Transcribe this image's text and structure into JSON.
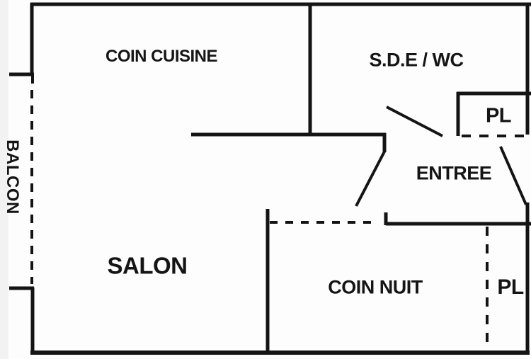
{
  "plan": {
    "title": "studio-floor-plan",
    "background": "#fdfdfd",
    "wall_color": "#141414",
    "rooms": [
      {
        "id": "balcon",
        "label": "BALCON"
      },
      {
        "id": "coin-cuisine",
        "label": "COIN CUISINE"
      },
      {
        "id": "sde-wc",
        "label": "S.D.E / WC"
      },
      {
        "id": "pl-haut",
        "label": "PL"
      },
      {
        "id": "entree",
        "label": "ENTREE"
      },
      {
        "id": "salon",
        "label": "SALON"
      },
      {
        "id": "coin-nuit",
        "label": "COIN NUIT"
      },
      {
        "id": "pl-bas",
        "label": "PL"
      }
    ],
    "features": {
      "dashed_meaning": "openings / windows / sliding partitions",
      "diagonal_meaning": "door swings"
    }
  }
}
